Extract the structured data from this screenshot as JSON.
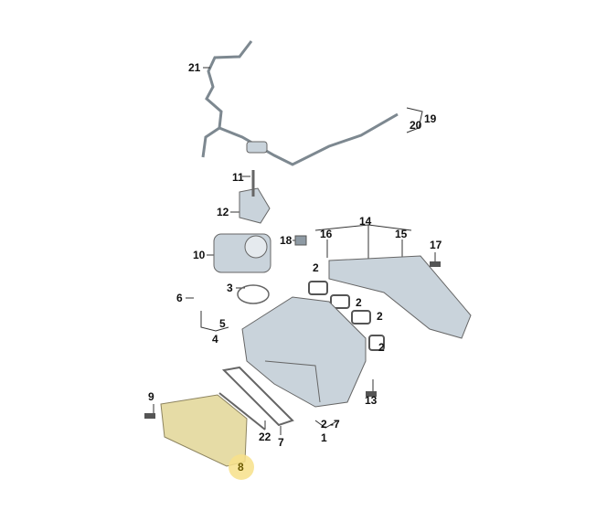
{
  "diagram": {
    "labels": [
      "21",
      "19",
      "20",
      "11",
      "12",
      "14",
      "16",
      "15",
      "17",
      "18",
      "10",
      "2",
      "3",
      "6",
      "2",
      "2",
      "5",
      "2",
      "4",
      "13",
      "9",
      "2 -7",
      "1",
      "22",
      "7",
      "8"
    ],
    "highlighted_label": "8",
    "colors": {
      "part": "#c9d3db",
      "part_dark": "#8e9aa4",
      "highlight": "#f7e08a",
      "intercooler": "#e6dca6"
    }
  }
}
